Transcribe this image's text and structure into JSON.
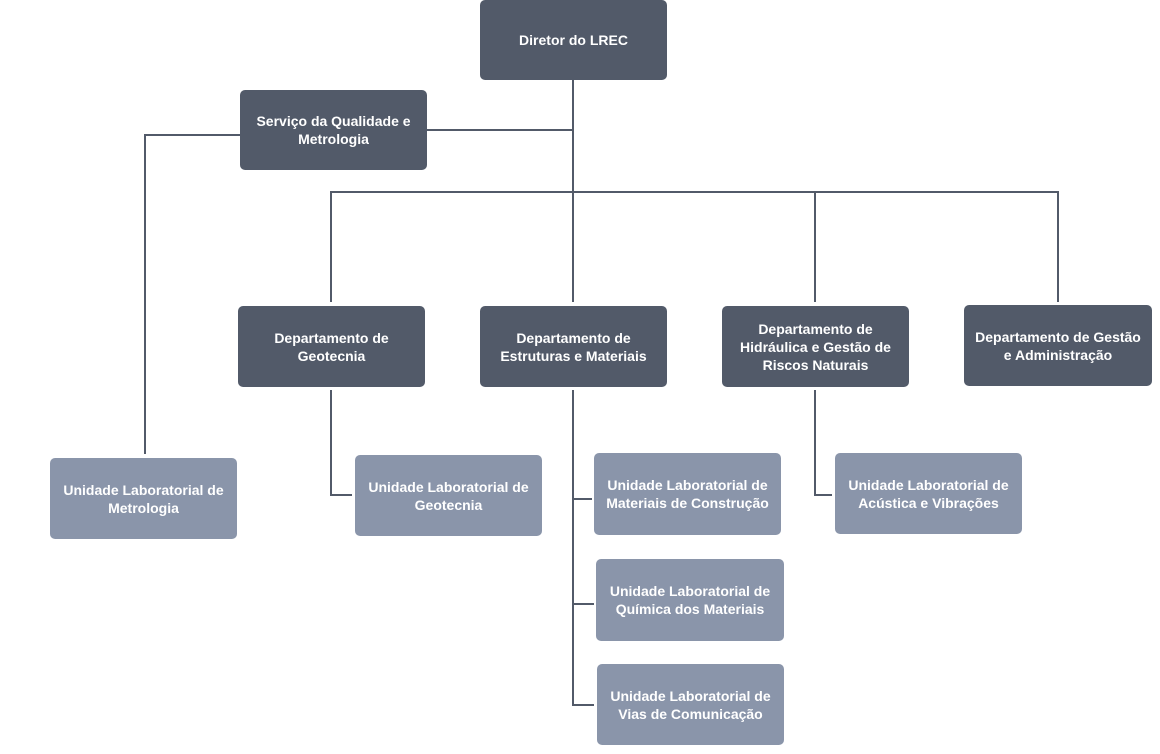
{
  "nodes": {
    "diretor": "Diretor do LREC",
    "servico_qualidade": "Serviço da Qualidade e Metrologia",
    "dep_geotecnia": "Departamento de Geotecnia",
    "dep_estruturas": "Departamento de Estruturas e Materiais",
    "dep_hidraulica": "Departamento de Hidráulica e Gestão de Riscos Naturais",
    "dep_gestao": "Departamento de Gestão e Administração",
    "ul_metrologia": "Unidade Laboratorial de Metrologia",
    "ul_geotecnia": "Unidade Laboratorial de Geotecnia",
    "ul_materiais_construcao": "Unidade Laboratorial de Materiais de Construção",
    "ul_quimica": "Unidade Laboratorial de Química dos Materiais",
    "ul_vias": "Unidade Laboratorial de Vias de Comunicação",
    "ul_acustica": "Unidade Laboratorial de Acústica e Vibrações"
  },
  "colors": {
    "dark_box": "#525a69",
    "light_box": "#8a95aa",
    "connector": "#525a69",
    "text": "#ffffff"
  }
}
